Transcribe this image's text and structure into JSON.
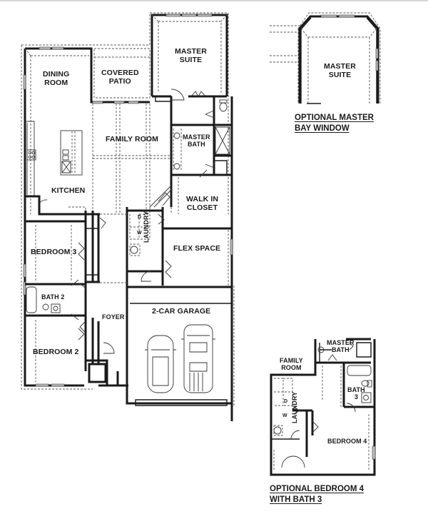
{
  "main_plan": {
    "rooms": {
      "dining_room": "DINING\nROOM",
      "covered_patio": "COVERED\nPATIO",
      "master_suite": "MASTER\nSUITE",
      "family_room": "FAMILY ROOM",
      "master_bath": "MASTER\nBATH",
      "kitchen": "KITCHEN",
      "walk_in_closet": "WALK IN\nCLOSET",
      "laundry": "LAUNDRY",
      "flex_space": "FLEX SPACE",
      "bedroom_3": "BEDROOM 3",
      "bath_2": "BATH 2",
      "foyer": "FOYER",
      "garage": "2-CAR GARAGE",
      "bedroom_2": "BEDROOM 2"
    },
    "appliances": {
      "washer": "W",
      "dryer": "D"
    }
  },
  "option_bay_window": {
    "room": "MASTER\nSUITE",
    "caption_line1": "OPTIONAL MASTER",
    "caption_line2": "BAY WINDOW"
  },
  "option_bedroom4": {
    "rooms": {
      "master_bath": "MASTER\nBATH",
      "family_room": "FAMILY\nROOM",
      "bath_3": "BATH\n3",
      "laundry": "LAUNDRY",
      "bedroom_4": "BEDROOM 4"
    },
    "appliances": {
      "washer": "W",
      "dryer": "D"
    },
    "caption_line1": "OPTIONAL BEDROOM 4",
    "caption_line2": "WITH BATH 3"
  }
}
